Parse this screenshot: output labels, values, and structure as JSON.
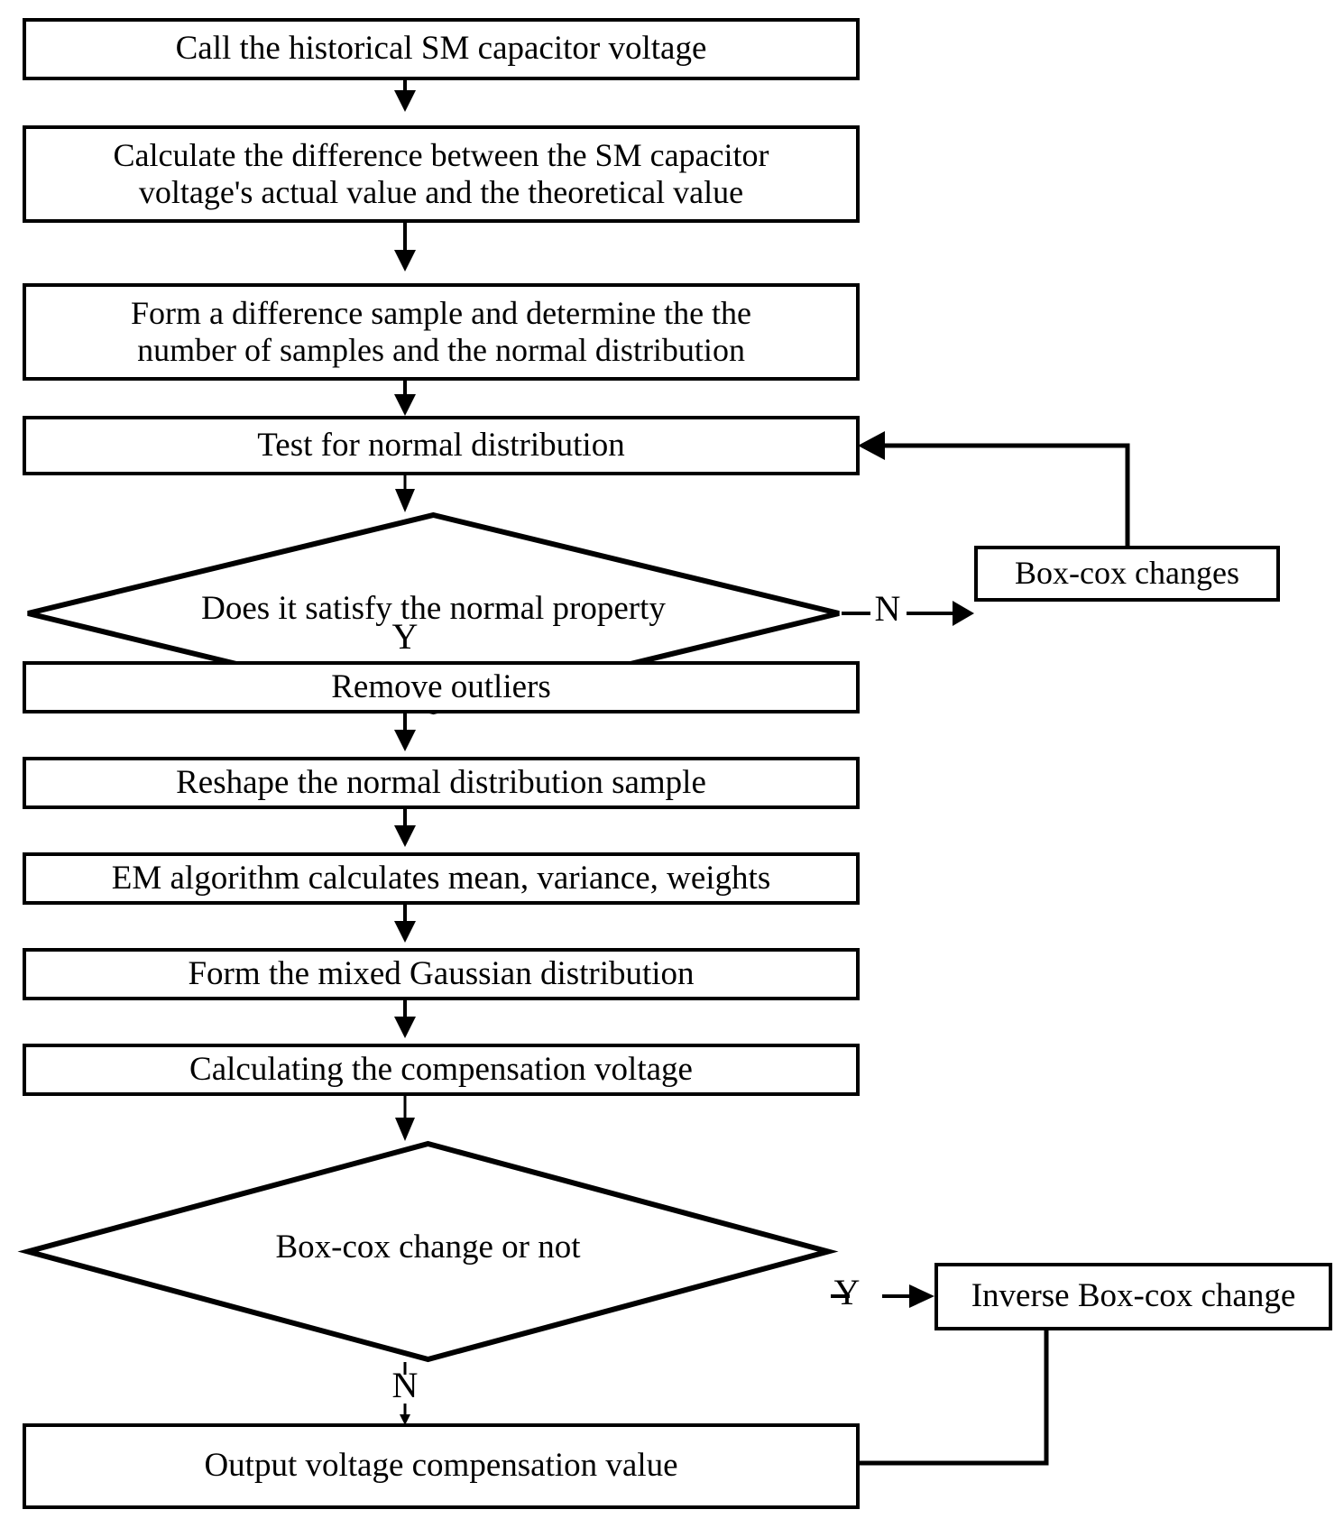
{
  "diagram": {
    "title": "SM capacitor voltage compensation flowchart",
    "type": "flowchart",
    "line_color": "#000000",
    "fill_color": "#ffffff",
    "text_color": "#000000"
  },
  "nodes": {
    "call_history": {
      "label": "Call the historical SM capacitor voltage",
      "shape": "process"
    },
    "calc_difference": {
      "label": "Calculate the difference between the SM capacitor\nvoltage's actual value and the theoretical value",
      "shape": "process"
    },
    "form_sample": {
      "label": "Form a difference sample and determine the the\nnumber of samples and the normal distribution",
      "shape": "process"
    },
    "test_normal": {
      "label": "Test for normal distribution",
      "shape": "process"
    },
    "decision_normal": {
      "label": "Does it satisfy the normal property",
      "shape": "decision"
    },
    "box_cox_changes": {
      "label": "Box-cox changes",
      "shape": "process"
    },
    "remove_outliers": {
      "label": "Remove outliers",
      "shape": "process"
    },
    "reshape_sample": {
      "label": "Reshape the normal distribution sample",
      "shape": "process"
    },
    "em_algorithm": {
      "label": "EM algorithm calculates mean, variance, weights",
      "shape": "process"
    },
    "mixed_gaussian": {
      "label": "Form the mixed Gaussian distribution",
      "shape": "process"
    },
    "compensation_voltage": {
      "label": "Calculating the compensation voltage",
      "shape": "process"
    },
    "decision_boxcox": {
      "label": "Box-cox change or not",
      "shape": "decision"
    },
    "inverse_box_cox": {
      "label": "Inverse Box-cox change",
      "shape": "process"
    },
    "output_value": {
      "label": "Output voltage compensation value",
      "shape": "process"
    }
  },
  "branch_labels": {
    "normal_no": "N",
    "normal_yes": "Y",
    "boxcox_yes": "Y",
    "boxcox_no": "N"
  }
}
